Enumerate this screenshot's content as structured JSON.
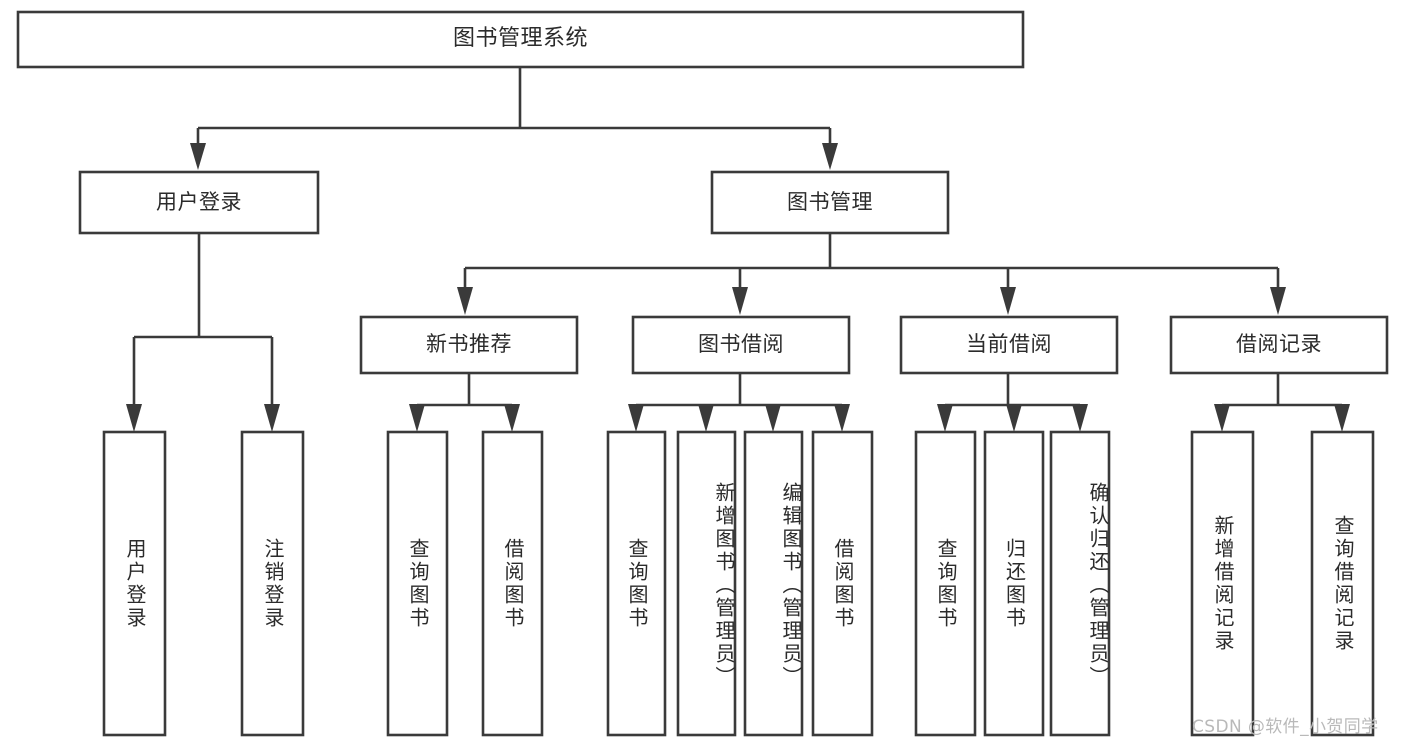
{
  "diagram": {
    "type": "tree-hierarchy-chart",
    "title": "图书管理系统",
    "orientation": "top-down",
    "colors": {
      "box_stroke": "#3a3a3a",
      "box_fill": "#ffffff",
      "text": "#2b2b2b",
      "connector": "#3a3a3a",
      "background": "#ffffff",
      "watermark": "#b9b9b9"
    },
    "root": {
      "label": "图书管理系统"
    },
    "level2": [
      {
        "label": "用户登录"
      },
      {
        "label": "图书管理"
      }
    ],
    "level3": [
      {
        "label": "新书推荐"
      },
      {
        "label": "图书借阅"
      },
      {
        "label": "当前借阅"
      },
      {
        "label": "借阅记录"
      }
    ],
    "leaves": {
      "user_login": [
        {
          "label": "用户登录"
        },
        {
          "label": "注销登录"
        }
      ],
      "new_book_recommend": [
        {
          "label": "查询图书"
        },
        {
          "label": "借阅图书"
        }
      ],
      "book_borrow": [
        {
          "label": "查询图书"
        },
        {
          "label": "新增图书（管理员）"
        },
        {
          "label": "编辑图书（管理员）"
        },
        {
          "label": "借阅图书"
        }
      ],
      "current_borrow": [
        {
          "label": "查询图书"
        },
        {
          "label": "归还图书"
        },
        {
          "label": "确认归还（管理员）"
        }
      ],
      "borrow_record": [
        {
          "label": "新增借阅记录"
        },
        {
          "label": "查询借阅记录"
        }
      ]
    }
  },
  "watermark": {
    "text": "CSDN @软件_小贺同学"
  }
}
